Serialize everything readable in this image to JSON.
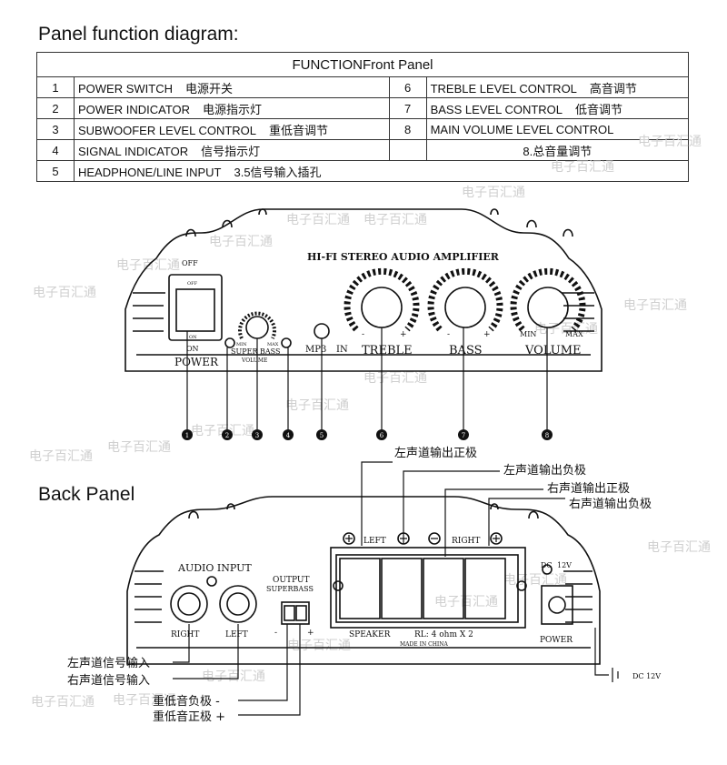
{
  "headings": {
    "panel_function": "Panel function diagram:",
    "back_panel": "Back Panel"
  },
  "table": {
    "header": "FUNCTIONFront Panel",
    "rows": [
      {
        "left": {
          "num": "1",
          "en": "POWER SWITCH",
          "zh": "电源开关"
        },
        "right": {
          "num": "6",
          "en": "TREBLE LEVEL CONTROL",
          "zh": "高音调节"
        }
      },
      {
        "left": {
          "num": "2",
          "en": "POWER INDICATOR",
          "zh": "电源指示灯"
        },
        "right": {
          "num": "7",
          "en": "BASS LEVEL CONTROL",
          "zh": "低音调节"
        }
      },
      {
        "left": {
          "num": "3",
          "en": "SUBWOOFER LEVEL CONTROL",
          "zh": "重低音调节"
        },
        "right": {
          "num": "8",
          "en": "MAIN VOLUME LEVEL CONTROL",
          "zh": ""
        }
      },
      {
        "left": {
          "num": "4",
          "en": "SIGNAL INDICATOR",
          "zh": "信号指示灯"
        },
        "right": {
          "num": "",
          "en": "",
          "zh": "8.总音量调节"
        }
      },
      {
        "left": {
          "num": "5",
          "en": "HEADPHONE/LINE INPUT",
          "zh": "3.5信号输入插孔"
        },
        "right": null
      }
    ]
  },
  "front": {
    "title": "HI-FI STEREO AUDIO AMPLIFIER",
    "off_outer": "OFF",
    "off_inner": "OFF",
    "on_inner": "ON",
    "on": "ON",
    "power": "POWER",
    "min_small": "MIN",
    "max_small": "MAX",
    "super_bass": "SUPER BASS",
    "volume_small": "VOLUME",
    "mp3": "MP3",
    "in": "IN",
    "treble": "TREBLE",
    "bass": "BASS",
    "volume": "VOLUME",
    "minus": "-",
    "plus": "+",
    "min": "MIN",
    "max": "MAX",
    "callouts": [
      "1",
      "2",
      "3",
      "4",
      "5",
      "6",
      "7",
      "8"
    ]
  },
  "back": {
    "audio_input": "AUDIO INPUT",
    "right": "RIGHT",
    "left": "LEFT",
    "output_superbass_1": "OUTPUT",
    "output_superbass_2": "SUPERBASS",
    "minus": "-",
    "plus": "+",
    "left_ch": "LEFT",
    "right_ch": "RIGHT",
    "speaker": "SPEAKER",
    "rl": "RL:  4 ohm  X 2",
    "made_in": "MADE IN CHINA",
    "dc": "DC",
    "dc_12v": "12V",
    "power": "POWER",
    "dc_label": "DC   12V",
    "labels": {
      "left_pos": "左声道输出正极",
      "left_neg": "左声道输出负极",
      "right_pos": "右声道输出正极",
      "right_neg": "右声道输出负极",
      "left_in": "左声道信号输入",
      "right_in": "右声道信号输入",
      "bass_neg": "重低音负极 -",
      "bass_pos": "重低音正极 +"
    }
  },
  "watermark": "电子百汇通"
}
